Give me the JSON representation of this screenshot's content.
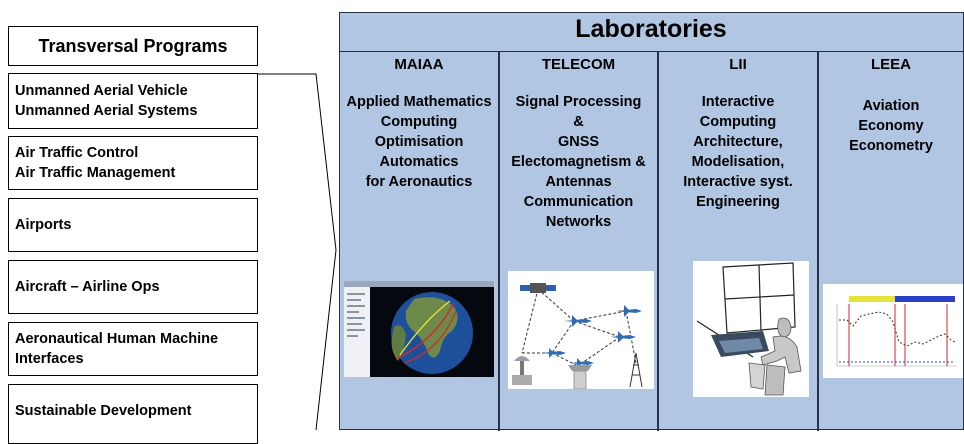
{
  "programs_title": "Transversal Programs",
  "programs": [
    {
      "lines": [
        "Unmanned Aerial Vehicle",
        "Unmanned Aerial Systems"
      ]
    },
    {
      "lines": [
        "Air Traffic Control",
        "Air Traffic Management"
      ]
    },
    {
      "lines": [
        "Airports"
      ]
    },
    {
      "lines": [
        "Aircraft – Airline Ops"
      ]
    },
    {
      "lines": [
        "Aeronautical Human Machine",
        "Interfaces"
      ]
    },
    {
      "lines": [
        "Sustainable Development"
      ]
    }
  ],
  "labs_title": "Laboratories",
  "labs": [
    {
      "name": "MAIAA",
      "lines": [
        "Applied Mathematics",
        "Computing",
        "Optimisation",
        "Automatics",
        "for Aeronautics"
      ],
      "image": "globe-flight-routes"
    },
    {
      "name": "TELECOM",
      "lines": [
        "Signal Processing",
        "&",
        "GNSS",
        "Electomagnetism &",
        "Antennas",
        "Communication",
        "Networks"
      ],
      "image": "satellite-aircraft-network"
    },
    {
      "name": "LII",
      "lines": [
        "Interactive",
        "Computing",
        "Architecture,",
        "Modelisation,",
        "Interactive syst.",
        "Engineering"
      ],
      "image": "operator-at-workstation"
    },
    {
      "name": "LEEA",
      "lines": [
        "Aviation",
        "Economy",
        "Econometry"
      ],
      "image": "route-price-chart"
    }
  ],
  "colors": {
    "labs_bg": "#b0c6e2",
    "labs_border": "#26324a",
    "route_red": "#d22a2a",
    "route_yellow": "#e6e23a"
  }
}
